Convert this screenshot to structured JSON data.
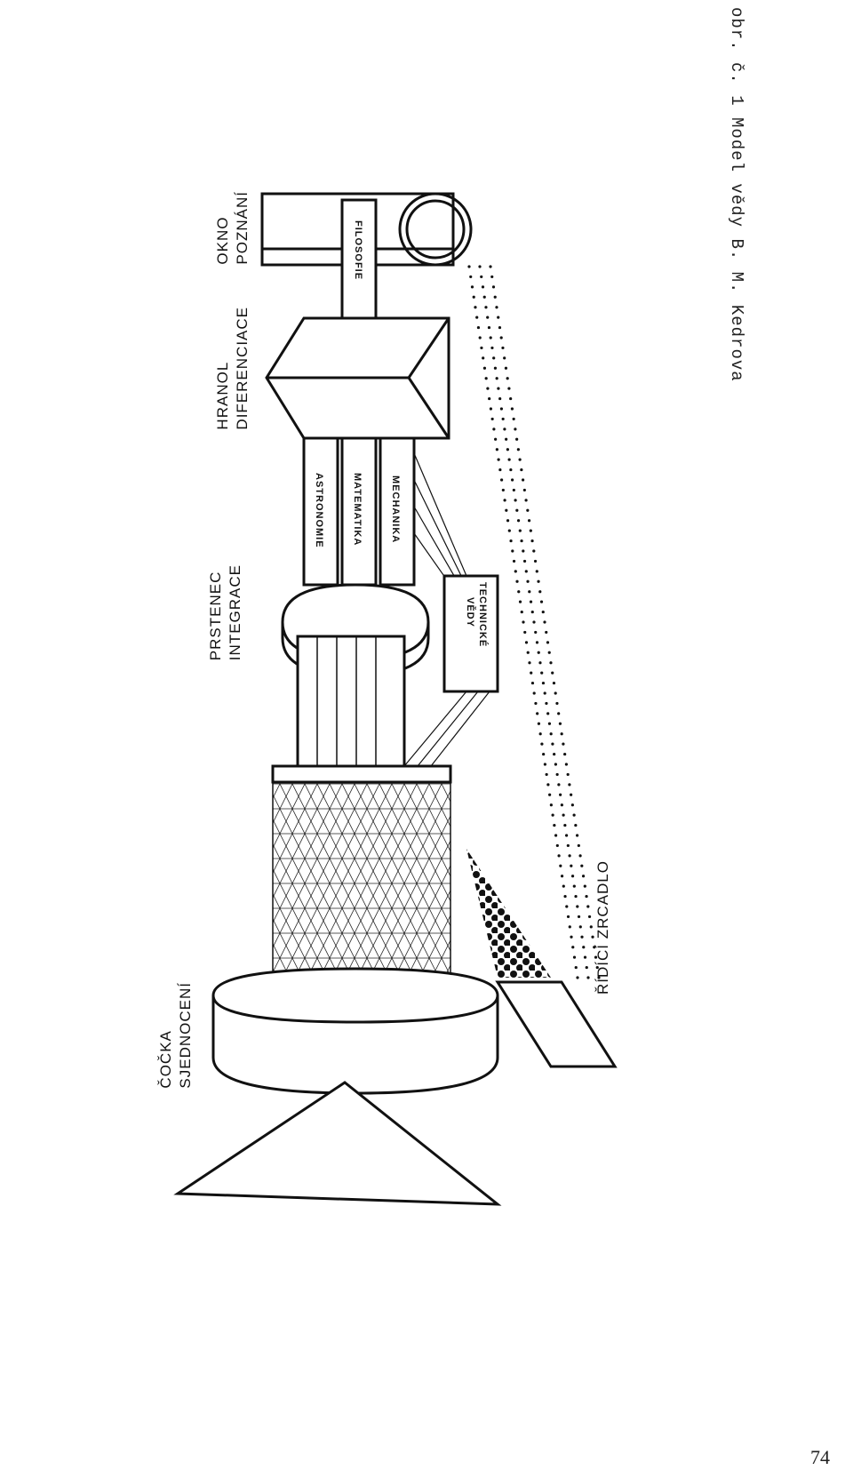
{
  "page": {
    "caption": "obr. č. 1 Model vědy B. M. Kedrova",
    "page_number": "74"
  },
  "labels": {
    "okno_line1": "OKNO",
    "okno_line2": "POZNÁNÍ",
    "hranol_line1": "HRANOL",
    "hranol_line2": "DIFERENCIACE",
    "prstenec_line1": "PRSTENEC",
    "prstenec_line2": "INTEGRACE",
    "cocka_line1": "ČOČKA",
    "cocka_line2": "SJEDNOCENÍ",
    "ridici_zrcadlo": "ŘÍDÍCÍ ZRCADLO"
  },
  "boxes": {
    "filosofie": "FILOSOFIE",
    "mechanika": "MECHANIKA",
    "matematika": "MATEMATIKA",
    "astronomie": "ASTRONOMIE",
    "technicke_line1": "TECHNICKÉ",
    "technicke_line2": "VĚDY"
  }
}
